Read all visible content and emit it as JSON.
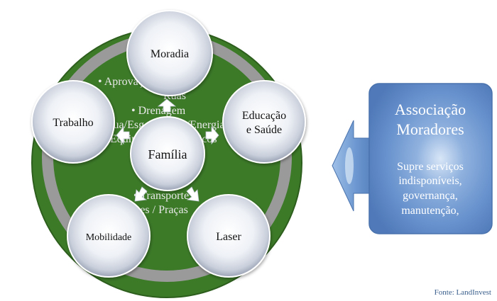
{
  "colors": {
    "outer_green": "#3c7a28",
    "ring_gray": "#9a9a9a",
    "node_fill": "#f4f6fa",
    "assoc_blue": "#5b86c4",
    "arrow_blue": "#5f8fcc"
  },
  "nodes": {
    "center": "Família",
    "top": "Moradia",
    "left": "Trabalho",
    "right_line1": "Educação",
    "right_line2": "e Saúde",
    "bottom_left": "Mobilidade",
    "bottom_right": "Laser"
  },
  "bullets": {
    "line1": "•  Aprovação/Licenças",
    "line2": "Ruas",
    "line3": "•  Drenagem",
    "line4": "Água/Esgotamento/Energia",
    "line5": "Equipamentos Públicos",
    "line6": "•  Transporte",
    "line7": "Parques / Praças"
  },
  "association": {
    "title_line1": "Associação",
    "title_line2": "Moradores",
    "body": [
      "Supre serviços",
      "indisponíveis,",
      "governança,",
      "manutenção,"
    ]
  },
  "source": "Fonte: LandInvest"
}
